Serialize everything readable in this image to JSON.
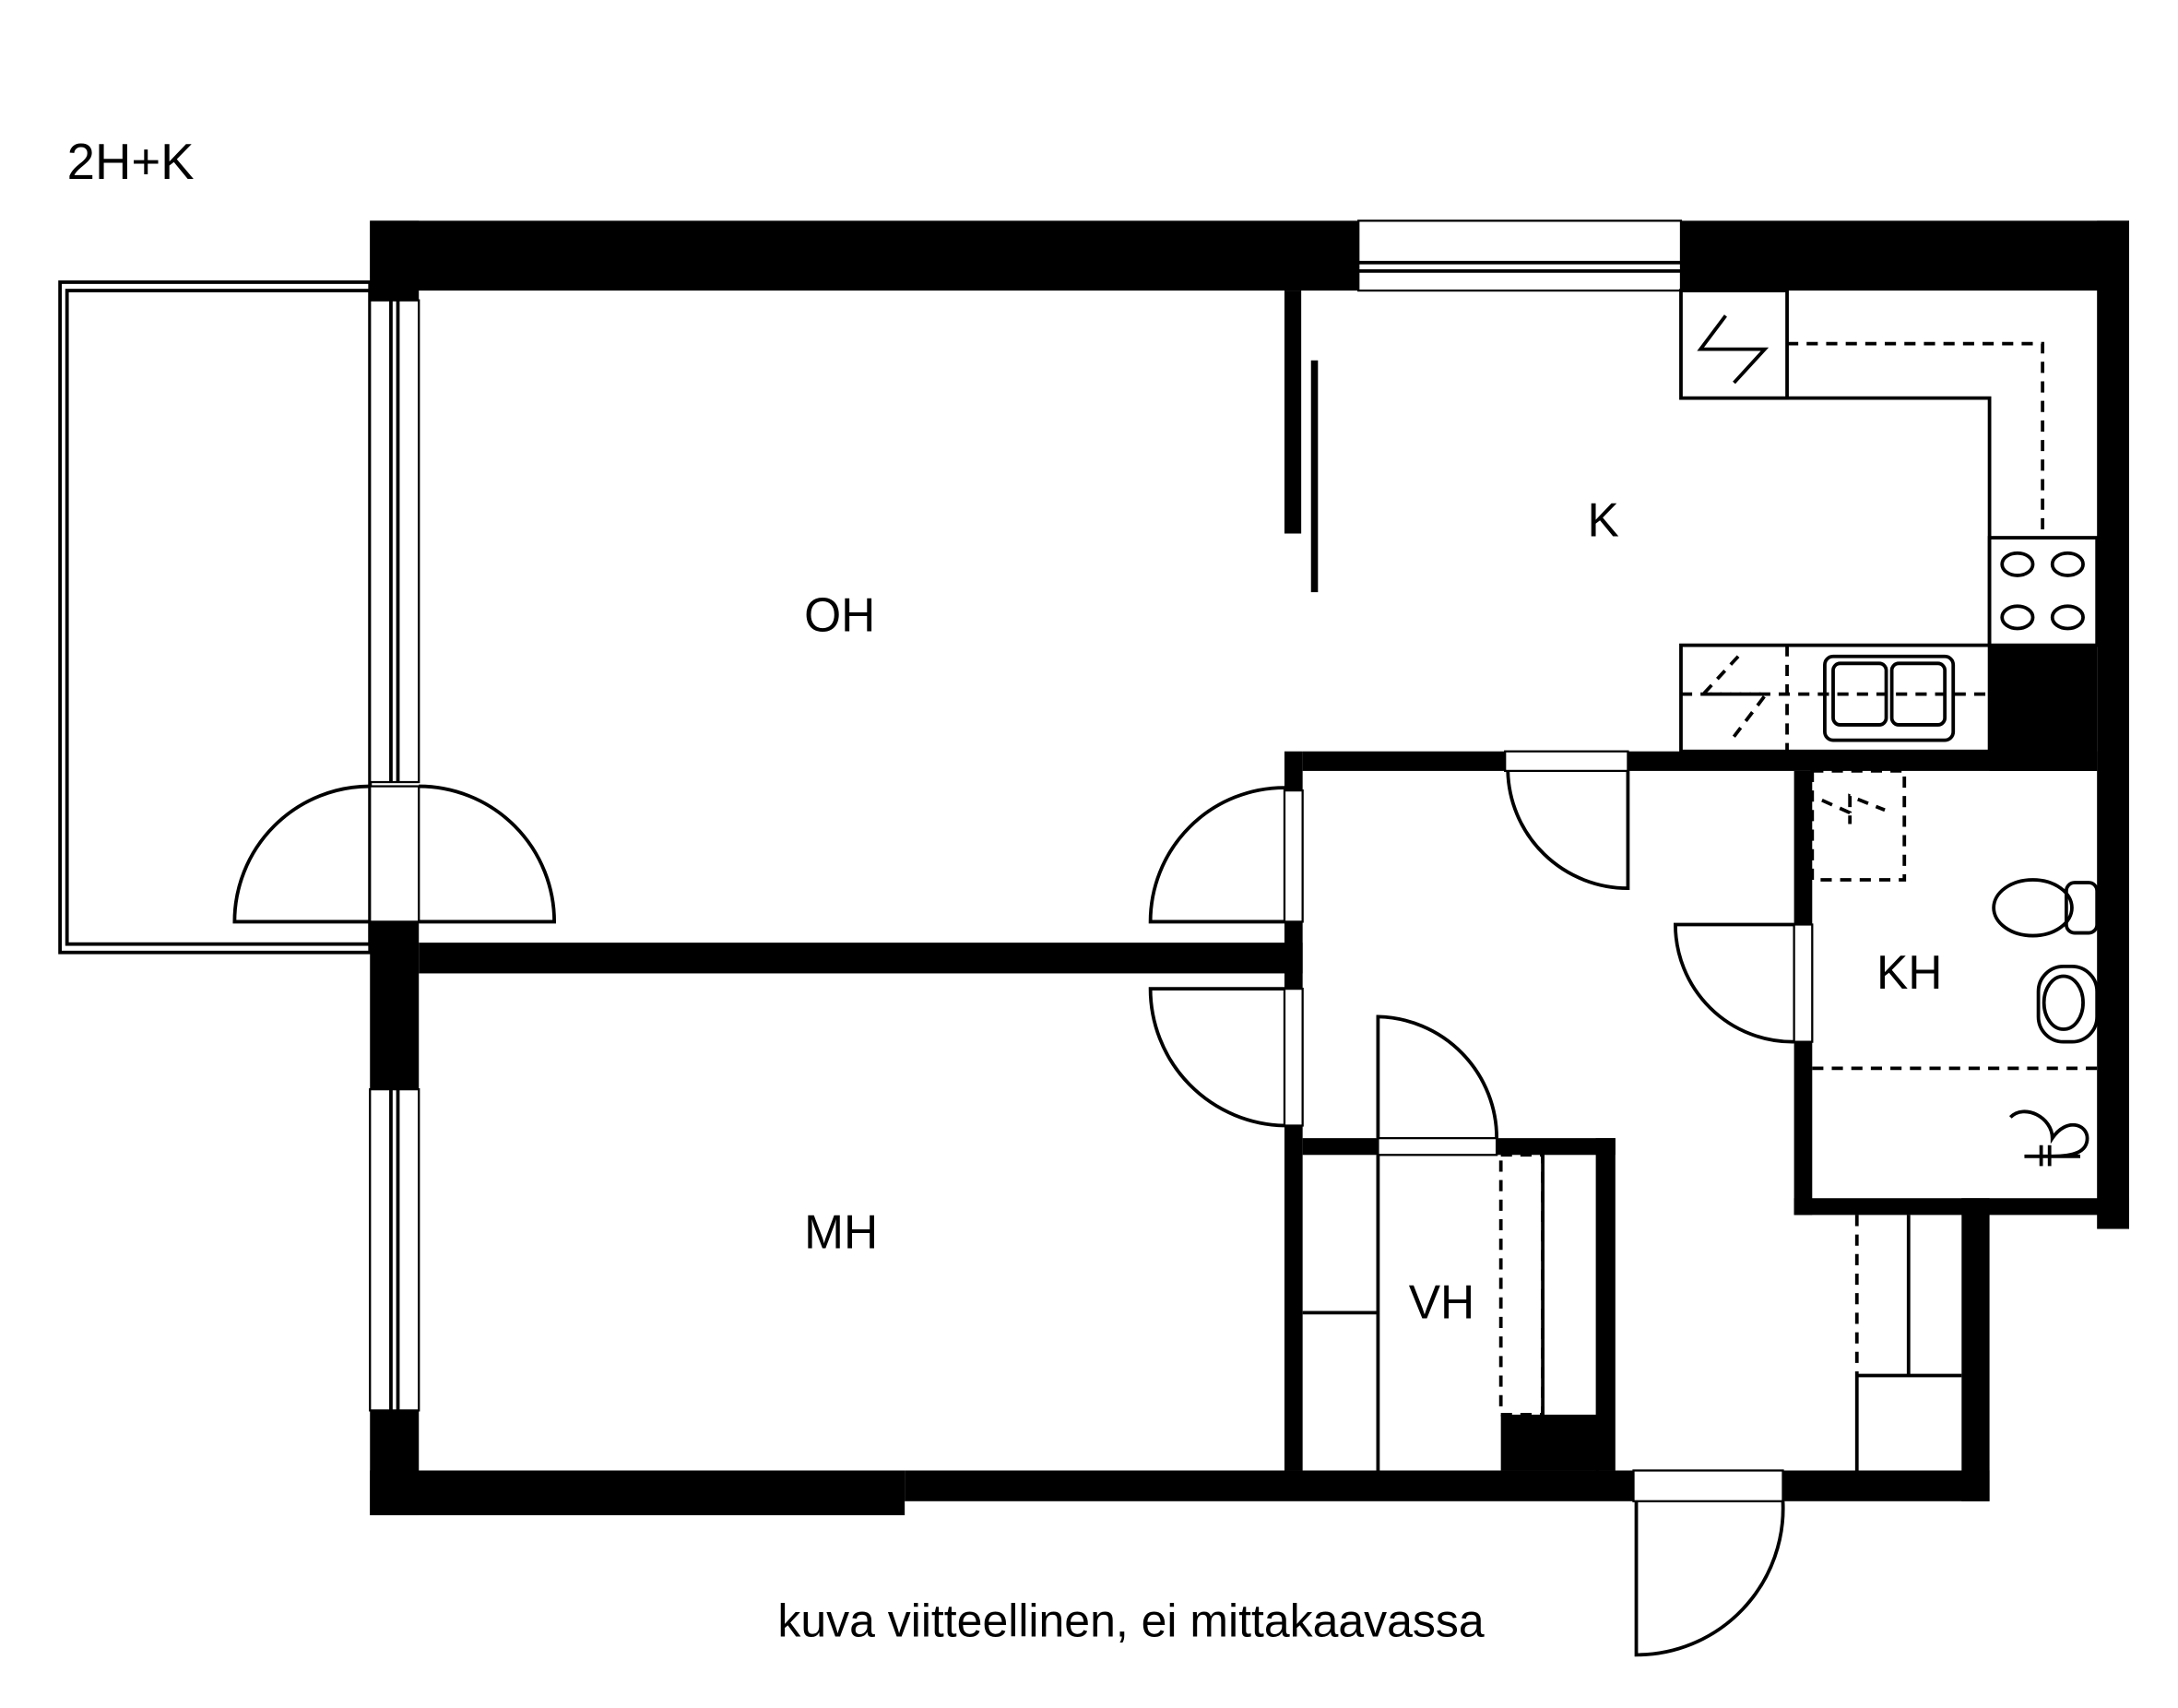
{
  "plan": {
    "type_label": "2H+K",
    "caption": "kuva viitteellinen, ei mittakaavassa",
    "rooms": {
      "living_room": "OH",
      "kitchen": "K",
      "bathroom": "KH",
      "bedroom": "MH",
      "wardrobe": "VH"
    }
  },
  "colors": {
    "wall": "#000000",
    "background": "#ffffff"
  }
}
